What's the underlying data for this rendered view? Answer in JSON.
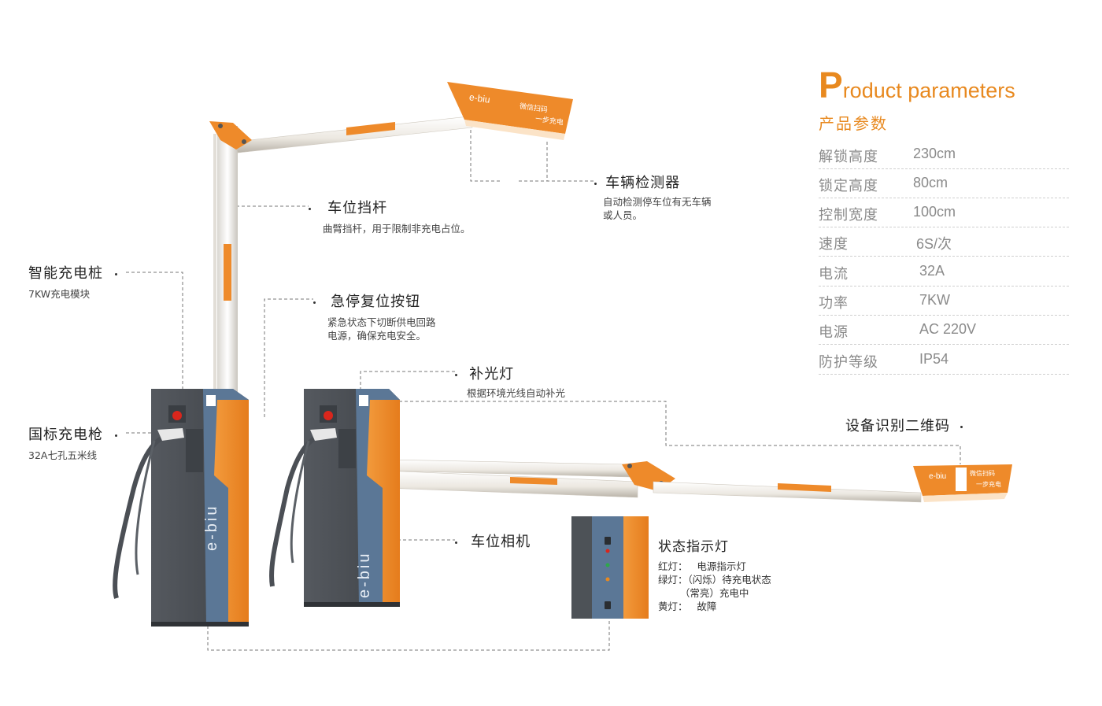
{
  "params": {
    "heading_initial": "P",
    "heading_rest": "roduct parameters",
    "heading_cn": "产品参数",
    "rows": [
      {
        "label": "解锁高度",
        "value": "230cm"
      },
      {
        "label": "锁定高度",
        "value": "80cm"
      },
      {
        "label": "控制宽度",
        "value": "100cm"
      },
      {
        "label": "速度",
        "value": "6S/次"
      },
      {
        "label": "电流",
        "value": "32A"
      },
      {
        "label": "功率",
        "value": "7KW"
      },
      {
        "label": "电源",
        "value": "AC 220V"
      },
      {
        "label": "防护等级",
        "value": "IP54"
      }
    ]
  },
  "callouts": {
    "vehicle_detector": {
      "title": "车辆检测器",
      "desc": [
        "自动检测停车位有无车辆",
        "或人员。"
      ]
    },
    "parking_barrier": {
      "title": "车位挡杆",
      "desc": [
        "曲臂挡杆，用于限制非充电占位。"
      ]
    },
    "smart_charger": {
      "title": "智能充电桩",
      "desc": [
        "7KW充电模块"
      ]
    },
    "emergency_button": {
      "title": "急停复位按钮",
      "desc": [
        "紧急状态下切断供电回路",
        "电源，确保充电安全。"
      ]
    },
    "fill_light": {
      "title": "补光灯",
      "desc": [
        "根据环境光线自动补光"
      ]
    },
    "charging_gun": {
      "title": "国标充电枪",
      "desc": [
        "32A七孔五米线"
      ]
    },
    "qr_code": {
      "title": "设备识别二维码"
    },
    "parking_camera": {
      "title": "车位相机"
    },
    "status_light": {
      "title": "状态指示灯",
      "rows": [
        "红灯：   电源指示灯",
        "绿灯：（闪烁）待充电状态",
        "       （常亮）充电中",
        "黄灯：   故障"
      ]
    }
  },
  "product": {
    "brand": "e-biu",
    "sign_text_1": "微信扫码",
    "sign_text_2": "一步充电"
  },
  "colors": {
    "accent": "#e8891f",
    "pillar_gray": "#4a4f55",
    "pillar_blue": "#5b7796",
    "pillar_orange": "#ee8a2a",
    "light_red": "#d9261c",
    "light_green": "#2ea84a",
    "light_yellow": "#e8891f"
  }
}
